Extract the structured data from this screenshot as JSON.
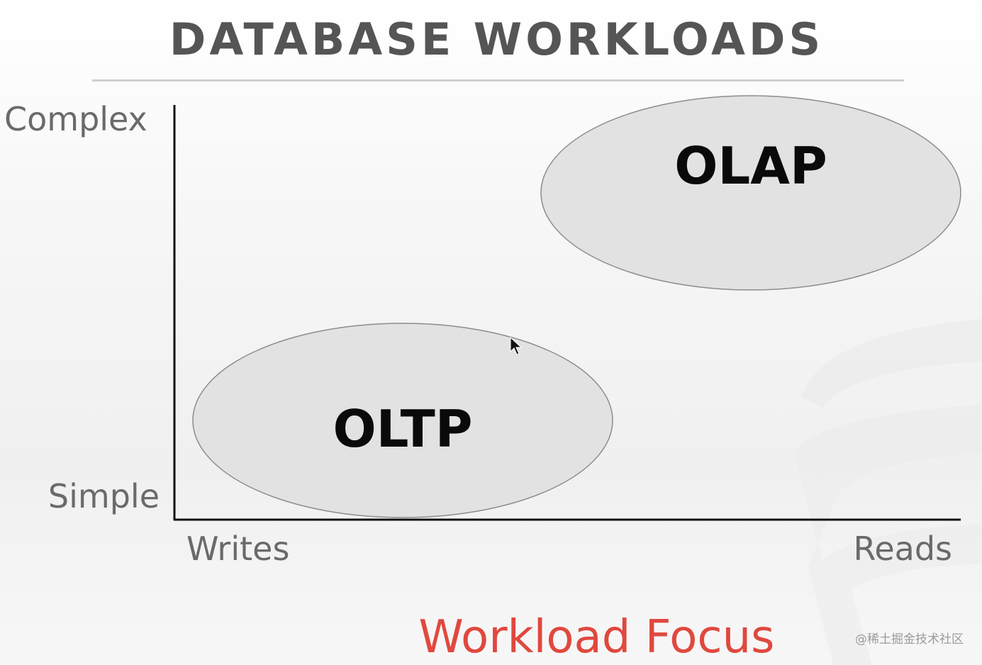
{
  "title": "DATABASE WORKLOADS",
  "y_axis": {
    "top_label": "Complex",
    "bottom_label": "Simple"
  },
  "x_axis": {
    "left_label": "Writes",
    "right_label": "Reads",
    "caption": "Workload Focus"
  },
  "regions": {
    "olap": {
      "label": "OLAP"
    },
    "oltp": {
      "label": "OLTP"
    }
  },
  "colors": {
    "title": "#555555",
    "caption": "#e0483e",
    "ellipse_fill": "#e2e2e2",
    "ellipse_stroke": "#8c8c8c",
    "axis": "#111111"
  },
  "watermark": "@稀土掘金技术社区"
}
